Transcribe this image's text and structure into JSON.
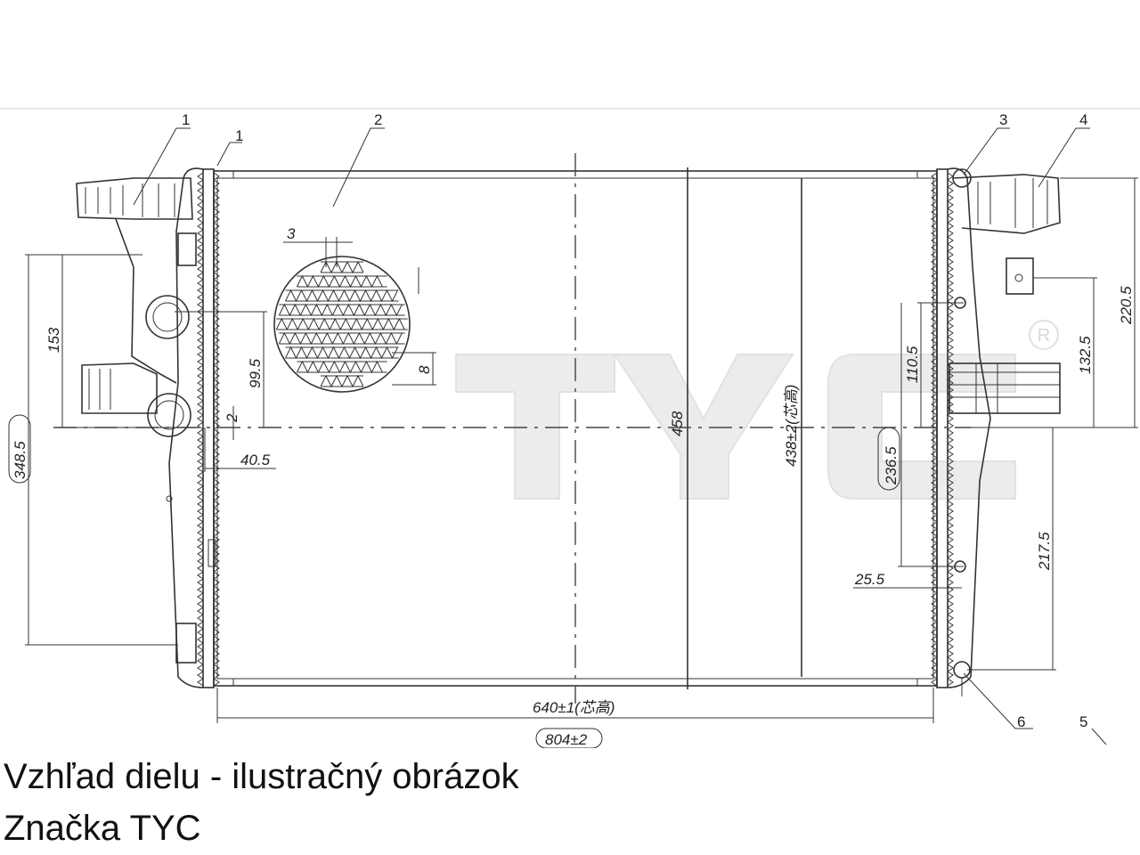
{
  "drawing": {
    "callouts": [
      "1",
      "1",
      "2",
      "3",
      "4",
      "5",
      "6",
      "3"
    ],
    "dimensions": {
      "d153": "153",
      "d348": "348.5",
      "d99": "99.5",
      "d40": "40.5",
      "d8": "8",
      "d2": "2",
      "d458": "458",
      "d438": "438±2(芯高)",
      "d640": "640±1(芯高)",
      "d804": "804±2",
      "d220": "220.5",
      "d132": "132.5",
      "d110": "110.5",
      "d236": "236.5",
      "d217": "217.5",
      "d25": "25.5"
    },
    "watermark": "TYC",
    "registered_mark": "R"
  },
  "caption": {
    "line1": "Vzhľad dielu - ilustračný obrázok",
    "line2": "Značka TYC"
  }
}
